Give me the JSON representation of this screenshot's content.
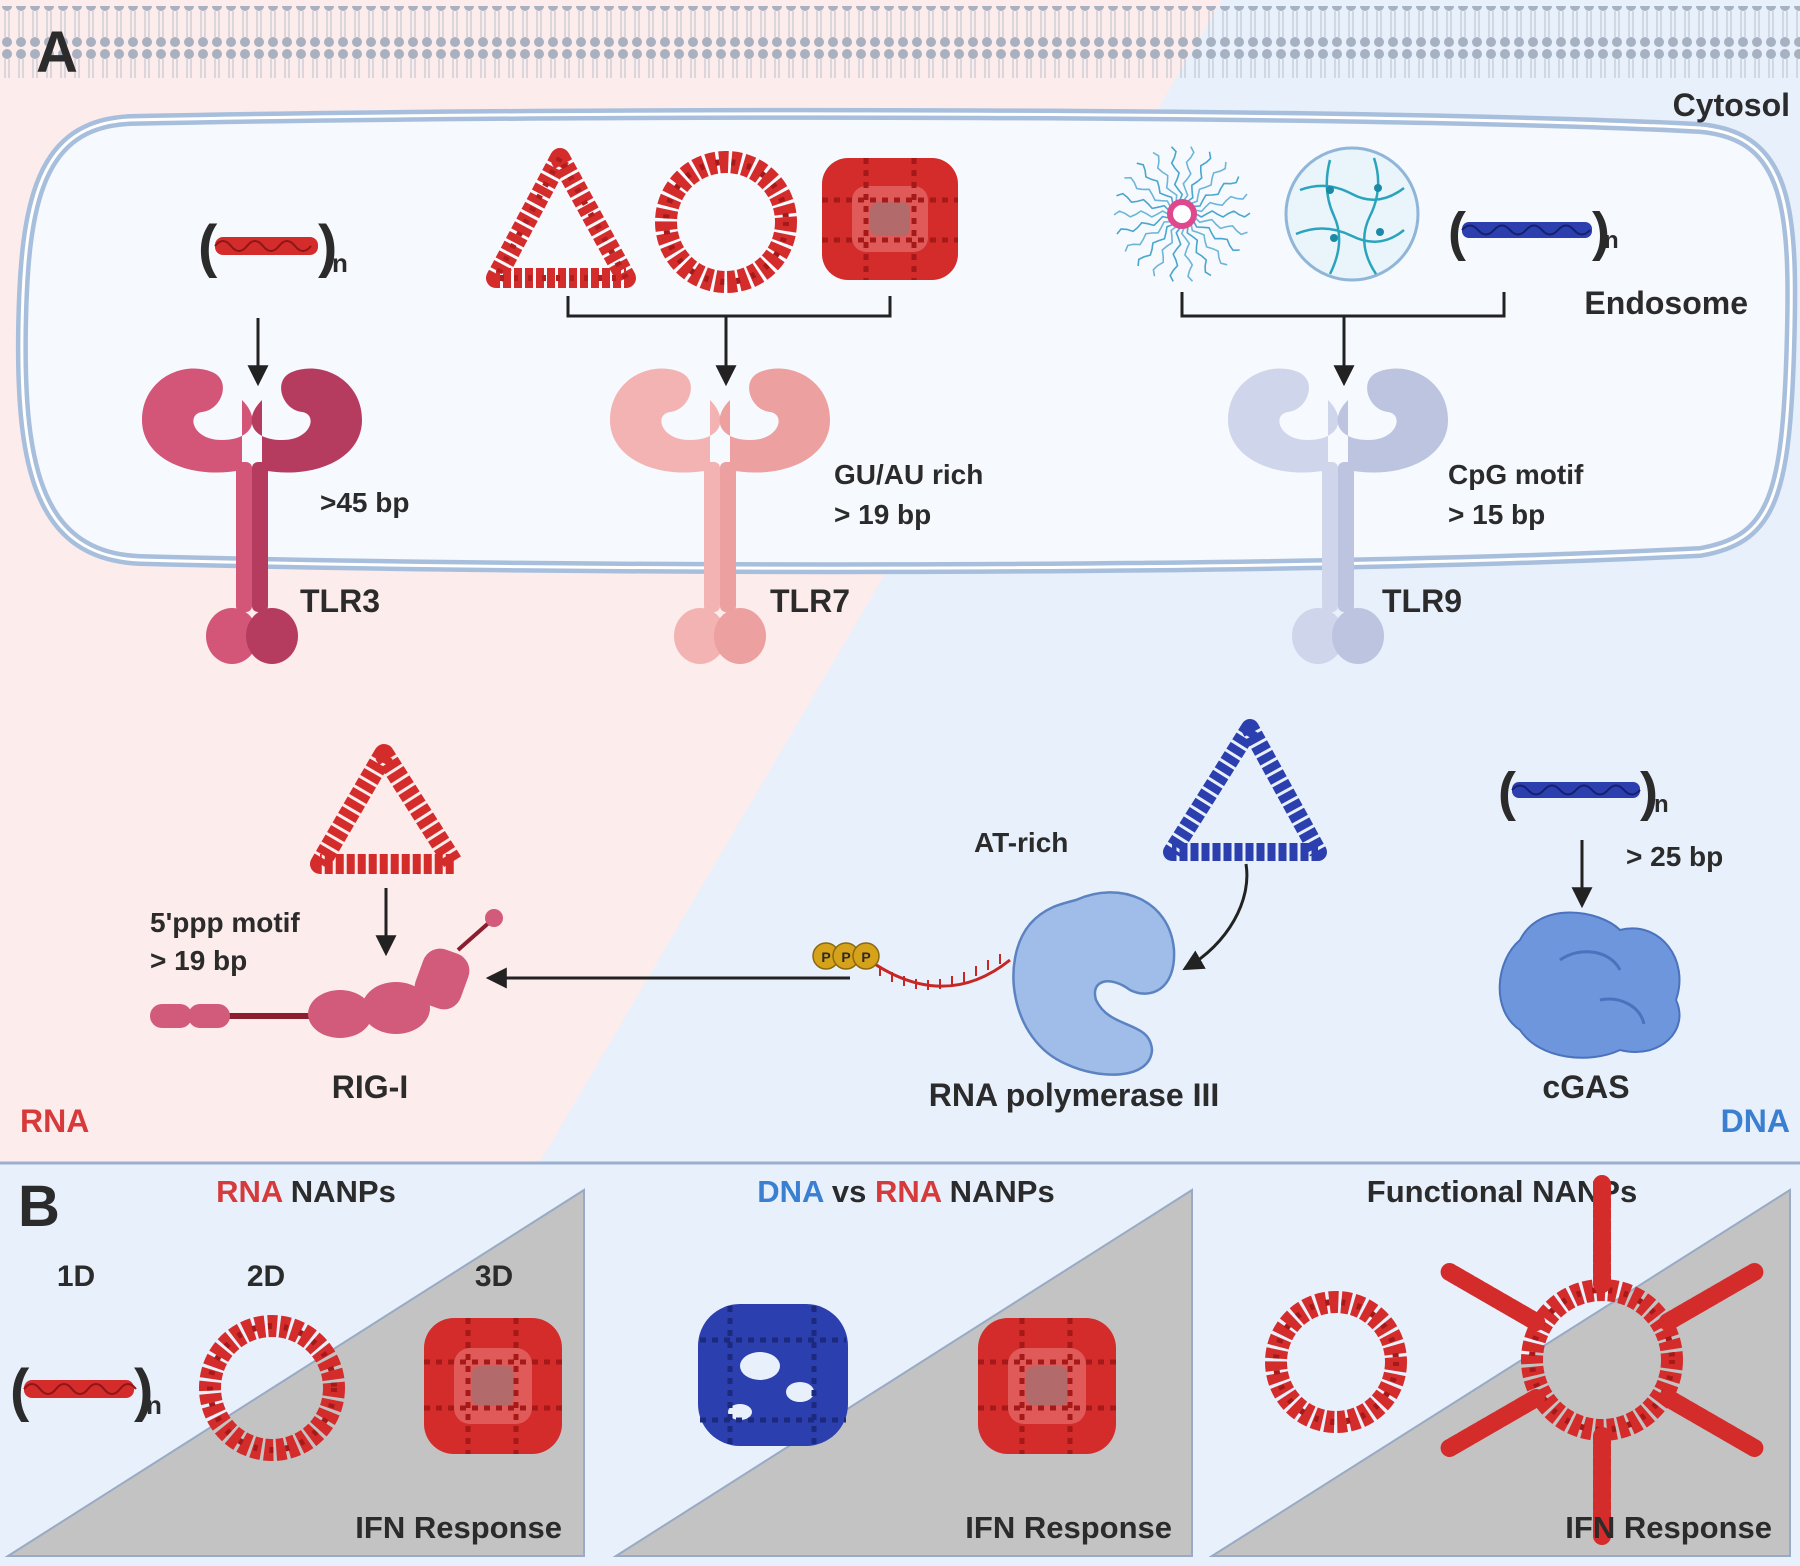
{
  "panel_a": {
    "letter": "A",
    "cytosol": "Cytosol",
    "endosome": "Endosome",
    "rna_label": "RNA",
    "dna_label": "DNA",
    "n": "n",
    "tlr3": {
      "name": "TLR3",
      "desc": ">45 bp"
    },
    "tlr7": {
      "name": "TLR7",
      "desc1": "GU/AU rich",
      "desc2": "> 19 bp"
    },
    "tlr9": {
      "name": "TLR9",
      "desc1": "CpG motif",
      "desc2": "> 15 bp"
    },
    "rigi": {
      "name": "RIG-I",
      "desc1": "5'ppp motif",
      "desc2": "> 19 bp"
    },
    "polymerase": {
      "name": "RNA polymerase III",
      "desc": "AT-rich",
      "ppp": [
        "P",
        "P",
        "P"
      ]
    },
    "cgas": {
      "name": "cGAS",
      "desc": "> 25 bp"
    }
  },
  "panel_b": {
    "letter": "B",
    "col1": {
      "title_colored": "RNA",
      "title_rest": " NANPs",
      "d1": "1D",
      "d2": "2D",
      "d3": "3D",
      "response": "IFN Response"
    },
    "col2": {
      "title_dna": "DNA",
      "title_vs": " vs ",
      "title_rna": "RNA",
      "title_rest": " NANPs",
      "response": "IFN Response"
    },
    "col3": {
      "title": "Functional NANPs",
      "response": "IFN Response"
    }
  },
  "colors": {
    "rna_red": "#d42b2b",
    "dna_blue": "#2c3fae",
    "rna_bg": "#fcecec",
    "dna_bg": "#e7f0fb",
    "tlr3": "#c94a6a",
    "tlr7": "#f1a9a9",
    "tlr9": "#c9cfe6",
    "rigi": "#d25a7a",
    "polymerase": "#8fb2e2",
    "cgas": "#6e96dc",
    "response_gray": "#c3c3c3"
  }
}
